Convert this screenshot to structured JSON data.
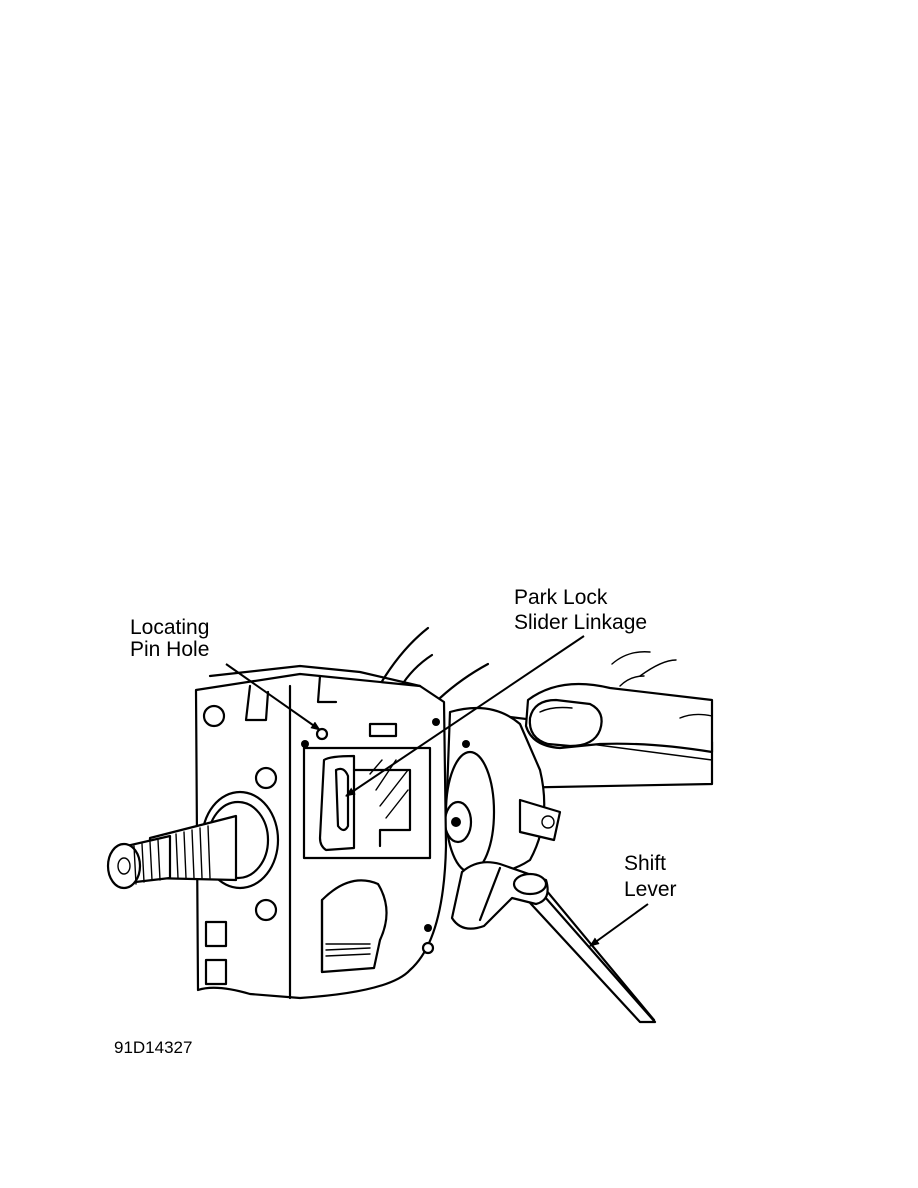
{
  "figure": {
    "labels": {
      "locating_pin_hole": [
        "Locating",
        "Pin Hole"
      ],
      "park_lock_slider_linkage": [
        "Park Lock",
        "Slider Linkage"
      ],
      "shift_lever": [
        "Shift",
        "Lever"
      ]
    },
    "figure_code": "91D14327"
  }
}
